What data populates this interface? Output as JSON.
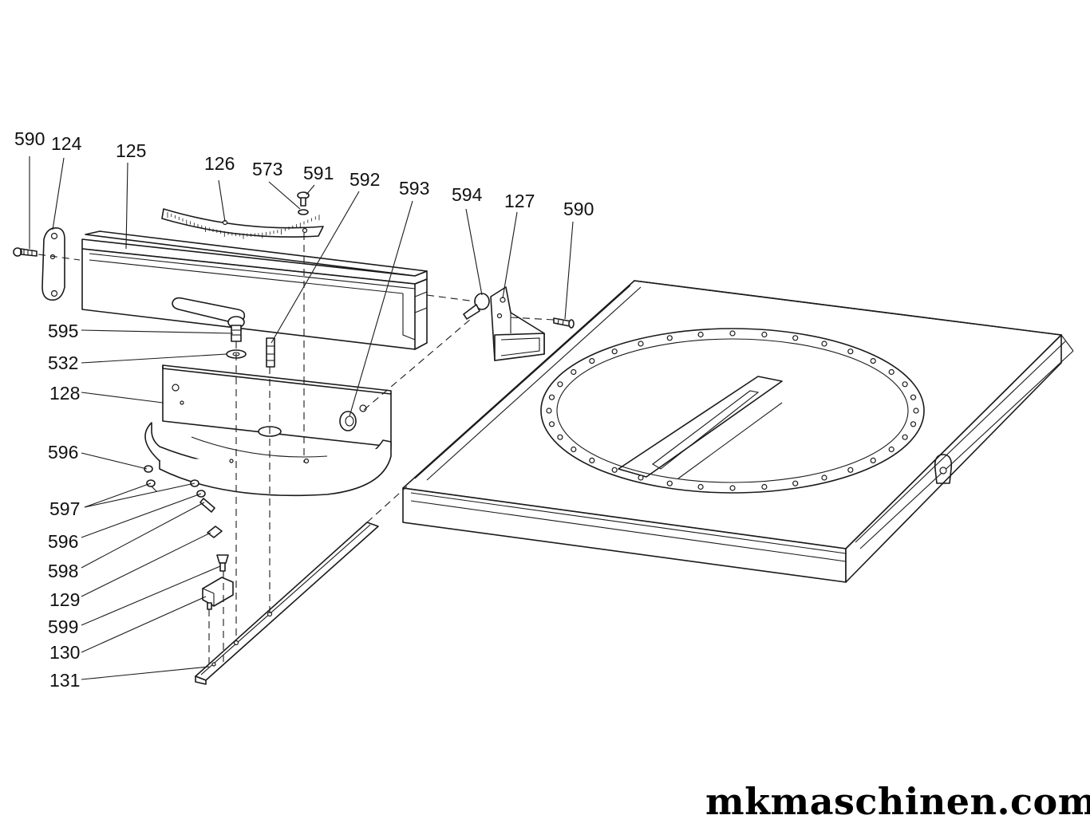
{
  "diagram": {
    "part_labels": [
      "590",
      "124",
      "125",
      "126",
      "573",
      "591",
      "592",
      "593",
      "594",
      "127",
      "590",
      "595",
      "532",
      "128",
      "596",
      "597",
      "596",
      "598",
      "129",
      "599",
      "130",
      "131"
    ]
  },
  "watermark": "mkmaschinen.com"
}
